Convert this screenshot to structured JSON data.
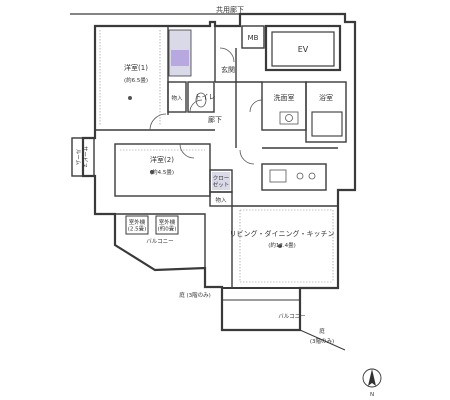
{
  "labels": {
    "corridor": "共用廊下",
    "mb": "MB",
    "ev": "EV",
    "entrance": "玄関",
    "western1": "洋室(1)",
    "western1_size": "(約6.5畳)",
    "storage": "物入",
    "toilet": "トイレ",
    "hallway": "廊下",
    "washroom": "洗面室",
    "bathroom": "浴室",
    "western2": "洋室(2)",
    "western2_size": "(約4.5畳)",
    "closet": "クロー\nゼット",
    "storage2": "物入",
    "service_alcove": "サービス\nルーム",
    "balcony_left": "バルコニー",
    "ldk": "リビング・ダイニング・キッチン",
    "ldk_size": "(約12.4畳)",
    "balcony_bottom": "バルコニー",
    "garden1": "庭 (3階のみ)",
    "garden2": "庭",
    "garden2_note": "(3階のみ)",
    "outdoor_unit1": "室外機\n(2.5畳)",
    "outdoor_unit2": "室外機\n(約0畳)",
    "north": "N"
  },
  "colors": {
    "wall": "#3a3a3a",
    "shade": "#d9d9e8",
    "accent": "#b7a8e0"
  }
}
